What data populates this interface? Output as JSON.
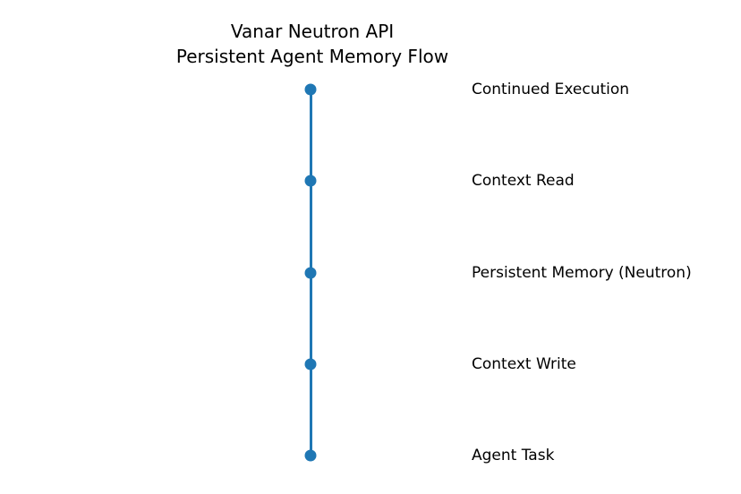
{
  "title": {
    "line1": "Vanar Neutron API",
    "line2": "Persistent Agent Memory Flow"
  },
  "flow": {
    "accent_color": "#1f77b4",
    "nodes": [
      {
        "label": "Continued Execution"
      },
      {
        "label": "Context Read"
      },
      {
        "label": "Persistent Memory (Neutron)"
      },
      {
        "label": "Context Write"
      },
      {
        "label": "Agent Task"
      }
    ]
  },
  "chart_data": {
    "type": "line",
    "title": "Vanar Neutron API\nPersistent Agent Memory Flow",
    "orientation": "vertical-timeline",
    "point_labels_top_to_bottom": [
      "Continued Execution",
      "Context Read",
      "Persistent Memory (Neutron)",
      "Context Write",
      "Agent Task"
    ],
    "flow_order_bottom_to_top": [
      "Agent Task",
      "Context Write",
      "Persistent Memory (Neutron)",
      "Context Read",
      "Continued Execution"
    ],
    "marker": "circle",
    "line_color": "#1f77b4",
    "axes_visible": false,
    "legend": false
  }
}
